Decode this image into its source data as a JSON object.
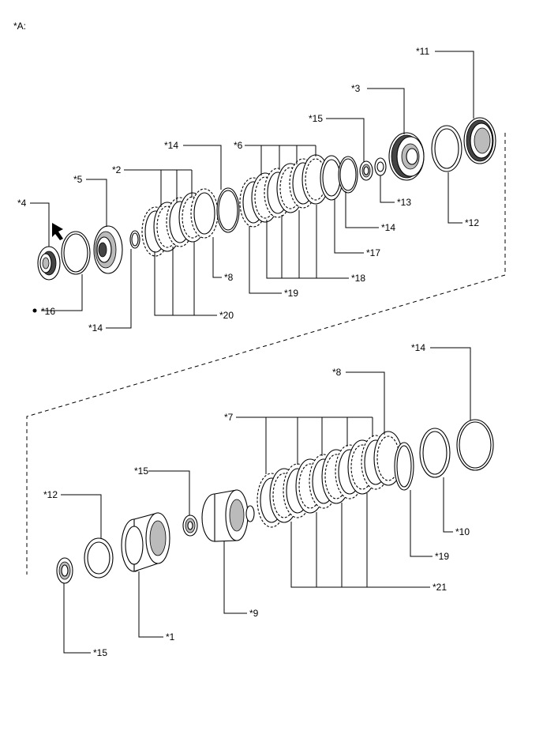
{
  "figure_label": "*A:",
  "callouts": {
    "c1": "*1",
    "c2": "*2",
    "c3": "*3",
    "c4": "*4",
    "c5": "*5",
    "c6": "*6",
    "c7": "*7",
    "c8_top": "*8",
    "c8_bottom": "*8",
    "c9": "*9",
    "c10": "*10",
    "c11": "*11",
    "c12_top": "*12",
    "c12_bottom": "*12",
    "c13": "*13",
    "c14_a": "*14",
    "c14_b": "*14",
    "c14_c": "*14",
    "c14_d": "*14",
    "c15_top": "*15",
    "c15_mid": "*15",
    "c15_bottom": "*15",
    "c16": "*16",
    "c17": "*17",
    "c18": "*18",
    "c19_top": "*19",
    "c19_bottom": "*19",
    "c20": "*20",
    "c21": "*21"
  }
}
